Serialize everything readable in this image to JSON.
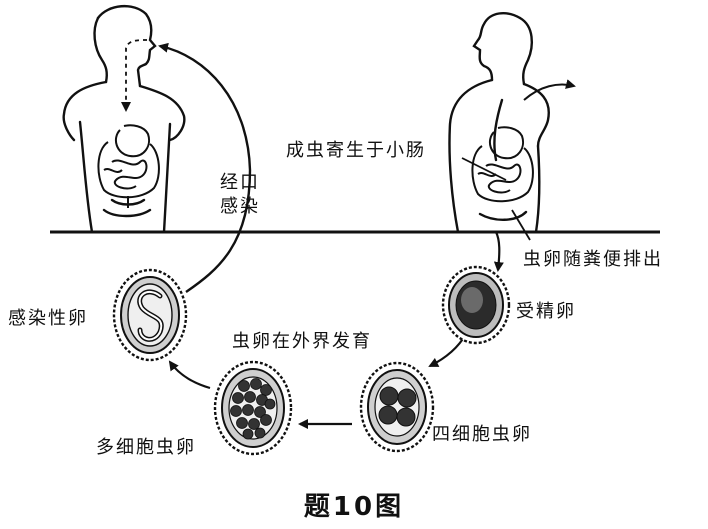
{
  "labels": {
    "adult_location": "成虫寄生于小肠",
    "oral_infection_line1": "经口",
    "oral_infection_line2": "感染",
    "egg_excretion": "虫卵随粪便排出",
    "fertilized_egg": "受精卵",
    "four_cell_egg": "四细胞虫卵",
    "external_development": "虫卵在外界发育",
    "multi_cell_egg": "多细胞虫卵",
    "infective_egg": "感染性卵"
  },
  "caption": "题10图"
}
